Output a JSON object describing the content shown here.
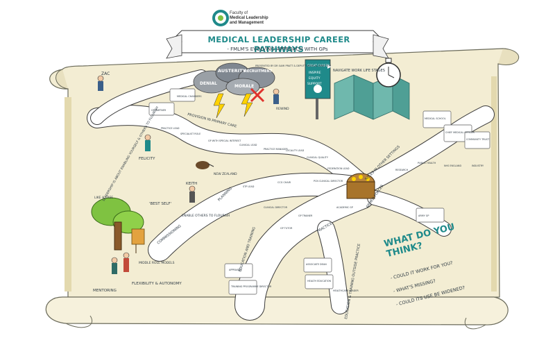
{
  "header": {
    "logo_line1": "Faculty of",
    "logo_line2": "Medical Leadership",
    "logo_line3": "and Management",
    "title": "MEDICAL LEADERSHIP CAREER PATHWAYS",
    "subtitle": "- FMLM'S EVOLVING APPROACH WITH GPs"
  },
  "top_section": {
    "cloud_words": [
      "DENIAL",
      "AUSTERITY",
      "RECRUITMENT",
      "MORALE"
    ],
    "presenter": "PRESENTED BY DR SAMI PRATT & DEPUTY MEDICAL DIRECTOR",
    "sign_text": [
      "GREAT CAREER",
      "INSPIRE",
      "EQUITY",
      "SUPPORT"
    ],
    "navigate_label": "NAVIGATE WORK LIFE STAGES",
    "rewind_label": "REWIND"
  },
  "people": {
    "zac": "ZAC",
    "felicity": "FELICITY",
    "keith": "KEITH",
    "mentoring": "MENTORING",
    "best_self": "'BEST SELF'",
    "flexibility": "FLEXIBILITY & AUTONOMY",
    "enable_others": "ENABLE OTHERS TO FLOURISH",
    "new_zealand": "NEW ZEALAND",
    "leadership_quote": "LEADERSHIP IS ABOUT ENABLING YOURSELF & OTHERS TO FLOURISH",
    "like_a_tree": "LIKE A TREE",
    "middle_models": "MIDDLE ROLE MODELS"
  },
  "paths": {
    "primary_care": "PROVISION IN PRIMARY CARE",
    "commissioning": "COMMISSIONING",
    "planning": "PLANNING",
    "education": "EDUCATION AND TRAINING",
    "practice": "PRACTICE",
    "education_bottom": "EDUCATION & TRAINING OUTSIDE PRACTICE",
    "roles_other": "ROLES IN OTHER SETTINGS",
    "armed_forces": "ARMED FORCES"
  },
  "puzzle_labels": [
    "MEDICAL CHAMBERS",
    "GP PARTNER",
    "PRACTICE LEAD",
    "SPECIALIST ROLE",
    "GP WITH SPECIAL INTEREST",
    "CLINICAL LEAD",
    "PRACTICE MANAGER",
    "LOCALITY LEAD",
    "CLINICAL QUALITY",
    "FEDERATION LEAD",
    "PCN CLINICAL DIRECTOR",
    "CCG CHAIR",
    "STP LEAD",
    "GP TRAINER",
    "GP TUTOR",
    "APPRAISER",
    "TRAINING PROGRAMME DIRECTOR",
    "ASSOCIATE DEAN",
    "HEALTH EDUCATION",
    "MEDICAL SCHOOL",
    "CHIEF MEDICAL OFFICER",
    "ARMY GP",
    "COMMUNITY TRUST",
    "NHS ENGLAND",
    "PUBLIC HEALTH",
    "RESEARCH",
    "INDUSTRY",
    "CLINICAL DIRECTOR",
    "ACADEMIC GP",
    "HEALTHCARE LEADER"
  ],
  "feedback": {
    "heading": "WHAT DO YOU THINK?",
    "q1": "- COULD IT WORK FOR YOU?",
    "q2": "- WHAT'S MISSING?",
    "q3": "- COULD ITS USE BE WIDENED?"
  },
  "colors": {
    "teal": "#1f8a8a",
    "scroll": "#f3edd3",
    "ink": "#2f3b44",
    "path": "#ffffff"
  }
}
